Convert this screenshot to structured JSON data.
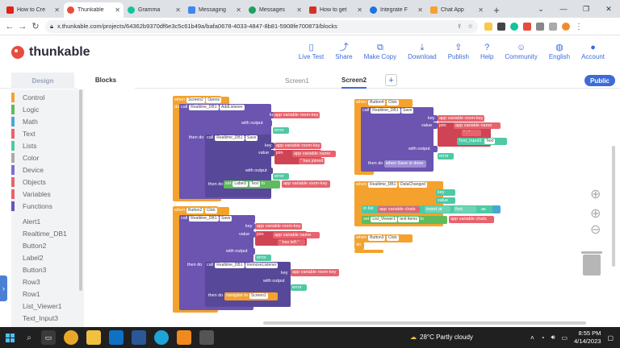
{
  "browser": {
    "tabs": [
      {
        "label": "How to Cre",
        "color": "#e62117",
        "active": false
      },
      {
        "label": "Thunkable",
        "color": "#e74c3c",
        "active": true
      },
      {
        "label": "Gramma",
        "color": "#15c39a",
        "active": false
      },
      {
        "label": "Messaging",
        "color": "#4285f4",
        "active": false
      },
      {
        "label": "Messages",
        "color": "#1aa260",
        "active": false
      },
      {
        "label": "How to get",
        "color": "#d93025",
        "active": false
      },
      {
        "label": "Integrate F",
        "color": "#1a73e8",
        "active": false
      },
      {
        "label": "Chat App",
        "color": "#f4a22d",
        "active": false
      }
    ],
    "url": "x.thunkable.com/projects/64362b9370df6e3c5c61b49a/bafa0678-4033-4847-8b81-5908fe700873/blocks"
  },
  "header": {
    "brand": "thunkable",
    "menu": [
      {
        "label": "Live Test",
        "icon": "phone-icon"
      },
      {
        "label": "Share",
        "icon": "share-icon"
      },
      {
        "label": "Make Copy",
        "icon": "copy-icon"
      },
      {
        "label": "Download",
        "icon": "download-icon"
      },
      {
        "label": "Publish",
        "icon": "publish-icon"
      },
      {
        "label": "Help",
        "icon": "help-icon"
      },
      {
        "label": "Community",
        "icon": "community-icon"
      },
      {
        "label": "English",
        "icon": "globe-icon"
      },
      {
        "label": "Account",
        "icon": "account-icon"
      }
    ]
  },
  "subbar": {
    "design_tab": "Design",
    "blocks_tab": "Blocks",
    "screens": [
      "Screen1",
      "Screen2"
    ],
    "add_screen": "+",
    "public_badge": "Public"
  },
  "palette": {
    "categories": [
      {
        "label": "Control",
        "color": "#f4a22d"
      },
      {
        "label": "Logic",
        "color": "#5fbb5b"
      },
      {
        "label": "Math",
        "color": "#47a8d6"
      },
      {
        "label": "Text",
        "color": "#e7636d"
      },
      {
        "label": "Lists",
        "color": "#4ec9a4"
      },
      {
        "label": "Color",
        "color": "#aaaaaa"
      },
      {
        "label": "Device",
        "color": "#7b6fd0"
      },
      {
        "label": "Objects",
        "color": "#e7636d"
      },
      {
        "label": "Variables",
        "color": "#e7636d"
      },
      {
        "label": "Functions",
        "color": "#6b55b0"
      }
    ],
    "components": [
      "Alert1",
      "Realtime_DB1",
      "Button2",
      "Label2",
      "Button3",
      "Row3",
      "Row1",
      "List_Viewer1",
      "Text_Input3"
    ]
  },
  "blocks": {
    "when": "when",
    "do": "do",
    "call": "call",
    "then_do": "then do",
    "key": "key",
    "value": "value",
    "with_output": "with output",
    "error": "error",
    "set": "set",
    "to": "to",
    "join": "join",
    "in_list": "in list",
    "insert_at": "insert at",
    "first": "first",
    "as": "as",
    "navigate_to": "navigate to",
    "screen2_comp": "Screen2",
    "opens": "Opens",
    "realtime": "Realtime_DB1",
    "add_listener": "AddListener",
    "save": "Save",
    "remove_listener": "RemoveListener",
    "room_key": "app variable room-key",
    "name_var": "app variable name",
    "chats_var": "app variable chats",
    "has_joined": "has joined",
    "has_left": "has left",
    "label2": "Label2",
    "text_prop": "Text",
    "button2": "Button2",
    "button4": "Button4",
    "button3": "Button3",
    "click": "Click",
    "screen1": "Screen1",
    "text_input3": "Text_Input3",
    "data_changed": "DataChanged",
    "list_viewer1": "List_Viewer1",
    "text_items": "text items",
    "save_comment": "when Save is done",
    "colon": ":"
  },
  "taskbar": {
    "weather": "28°C  Partly cloudy",
    "time": "8:55 PM",
    "date": "4/14/2023"
  }
}
